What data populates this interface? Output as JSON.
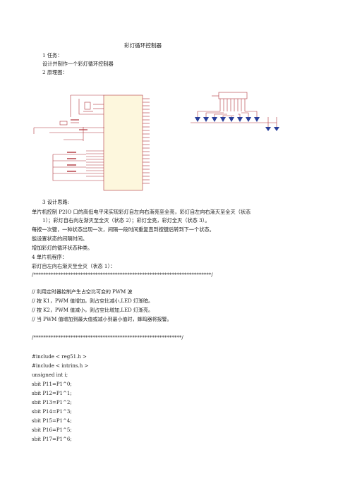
{
  "doc": {
    "title": "彩灯循环控制器",
    "s1_head": "1 任务：",
    "s1_text": "设计并制作一个彩灯循环控制器",
    "s2_head": "2 原理图：",
    "s3_head": "3 设计思路:",
    "s3_line1a": "单片机控制 P2IO 口的高低电平来实现彩灯自左向右渐亮至全亮，彩灯自左向右渐灭至全灭（状态",
    "s3_line1b": "1）；彩灯自右向左渐灭至全灭（状态 2）；彩灯全亮，彩灯全灭（状态 3）。",
    "s3_line2": "每按一次键，一种状态出现一次，间隔一段时间重复直到按键后转到下一个状态。",
    "s3_line3": "能设置状态的间隔时间。",
    "s3_line4": "增加彩灯的循环状态种类。",
    "s4_head": "4 单片机程序：",
    "s4_sub": "彩灯自左向右渐灭至全灭（状态 1）：",
    "stars1": "/************************************************************************/",
    "c1": "//  利用定时器控制产生占空比可变的  PWM  波",
    "c2": "//  按 K1，PWM 值增加，则占空比减小,LED  灯渐暗。",
    "c3": "//  按 K2，PWM 值减小，则占空比增加,LED  灯渐亮。",
    "c4": "//  当 PWM 值增加到最大值或减小到最小值时，蜂鸣器将报警。",
    "stars2": "/************************************************************/",
    "code": [
      "#include < reg51.h >",
      "#include < intrins.h >",
      "unsigned int i;",
      "sbit P11=P1^0;",
      "sbit P12=P1^1;",
      "sbit P13=P1^2;",
      "sbit P14=P1^3;",
      "sbit P15=P1^4;",
      "sbit P16=P1^5;",
      "sbit P17=P1^6;"
    ]
  },
  "colors": {
    "schematic": "#b0343c",
    "wire": "#7a1f27",
    "chip_fill": "#fdf7dd",
    "led": "#2a3f9a"
  }
}
